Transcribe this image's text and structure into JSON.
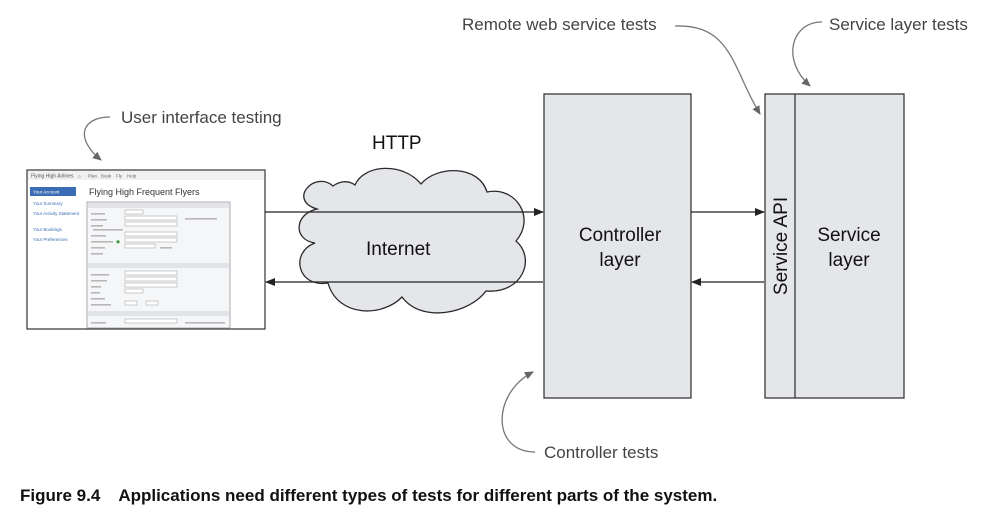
{
  "labels": {
    "remote_tests": "Remote web service tests",
    "service_layer_tests": "Service layer tests",
    "ui_testing": "User interface testing",
    "http": "HTTP",
    "internet": "Internet",
    "controller_line1": "Controller",
    "controller_line2": "layer",
    "service_api": "Service API",
    "service_line1": "Service",
    "service_line2": "layer",
    "controller_tests": "Controller tests"
  },
  "screenshot": {
    "app_name": "Flying High Airlines",
    "nav": [
      "Plan",
      "Book",
      "Fly",
      "Help"
    ],
    "sidebar": [
      "Your Account",
      "Your Summary",
      "Your Activity Statement",
      "Your Bookings",
      "Your Preferences"
    ],
    "title": "Flying High Frequent Flyers"
  },
  "caption": {
    "number": "Figure 9.4",
    "text": "Applications need different types of tests for different parts of the system."
  },
  "colors": {
    "box_fill": "#e5e6e9",
    "line": "#222222",
    "callout": "#777777",
    "accent": "#3b6db5"
  }
}
